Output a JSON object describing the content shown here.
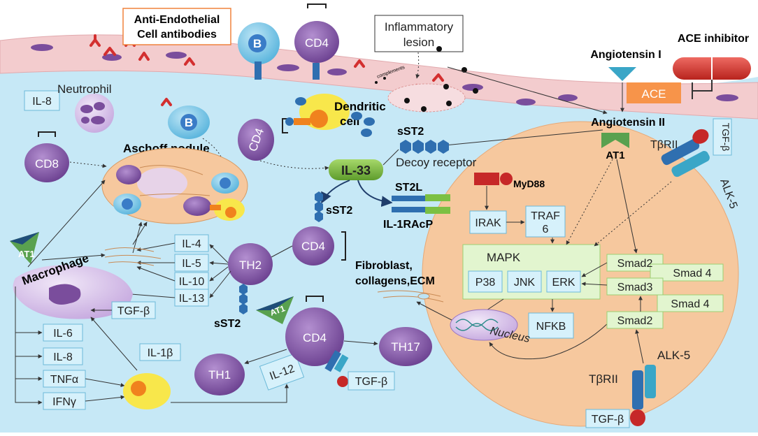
{
  "colors": {
    "tissue": "#c9e9f7",
    "vessel_wall": "#f3ccce",
    "fibroblast_cell": "#f6c89e",
    "purple_cell": "#7a4d9c",
    "blue_cell": "#7fc6e6",
    "box_fill": "#d6f1fb",
    "green_box": "#e2f5cf",
    "green_label": "#7cc043",
    "ace_orange": "#f7944a",
    "red": "#d32f2f"
  },
  "top": {
    "anti_endothelial": [
      "Anti-Endothelial",
      "Cell antibodies"
    ],
    "inflammatory_lesion": [
      "Inflammatory",
      "lesion"
    ],
    "complements": "complements",
    "b_cell": "B",
    "cd4": "CD4",
    "angiotensin_1": "Angiotensin I",
    "ace_inhibitor": "ACE inhibitor",
    "ace": "ACE",
    "angiotensin_2": "Angiotensin II",
    "at1": "AT1",
    "tbrii": "TβRII",
    "alk5": "ALK-5",
    "tgfb": "TGF-β"
  },
  "left": {
    "il8_top": "IL-8",
    "neutrophil": "Neutrophil",
    "cd8": "CD8",
    "b_cell": "B",
    "cd4": "CD4",
    "dendritic": [
      "Dendritic",
      "cell"
    ],
    "aschoff": "Aschoff nodule",
    "at1": "AT1",
    "macrophage": "Macrophage",
    "il4": "IL-4",
    "il5": "IL-5",
    "il10": "IL-10",
    "il13": "IL-13",
    "tgfb": "TGF-β",
    "il6": "IL-6",
    "il8": "IL-8",
    "tnfa": "TNFα",
    "ifng": "IFNγ",
    "il1b": "IL-1β"
  },
  "center": {
    "sst2_top": "sST2",
    "decoy": "Decoy receptor",
    "il33": "IL-33",
    "st2l": "ST2L",
    "il1racp": "IL-1RAcP",
    "sst2_mid": "sST2",
    "cd4_mid": "CD4",
    "th2": "TH2",
    "sst2_low": "sST2",
    "at1": "AT1",
    "cd4_low": "CD4",
    "th1": "TH1",
    "th17": "TH17",
    "il12": "IL-12",
    "tgfb": "TGF-β",
    "fibroblast": [
      "Fibroblast,",
      "collagens,ECM"
    ]
  },
  "right": {
    "myd88": "MyD88",
    "irak": "IRAK",
    "traf6": [
      "TRAF",
      "6"
    ],
    "mapk": "MAPK",
    "p38": "P38",
    "jnk": "JNK",
    "erk": "ERK",
    "nfkb": "NFKB",
    "nucleus": "Nucleus",
    "smad2_top": "Smad2",
    "smad4_top": "Smad 4",
    "smad3": "Smad3",
    "smad4_low": "Smad 4",
    "smad2_low": "Smad2",
    "alk5": "ALK-5",
    "tbrii": "TβRII",
    "tgfb": "TGF-β"
  }
}
